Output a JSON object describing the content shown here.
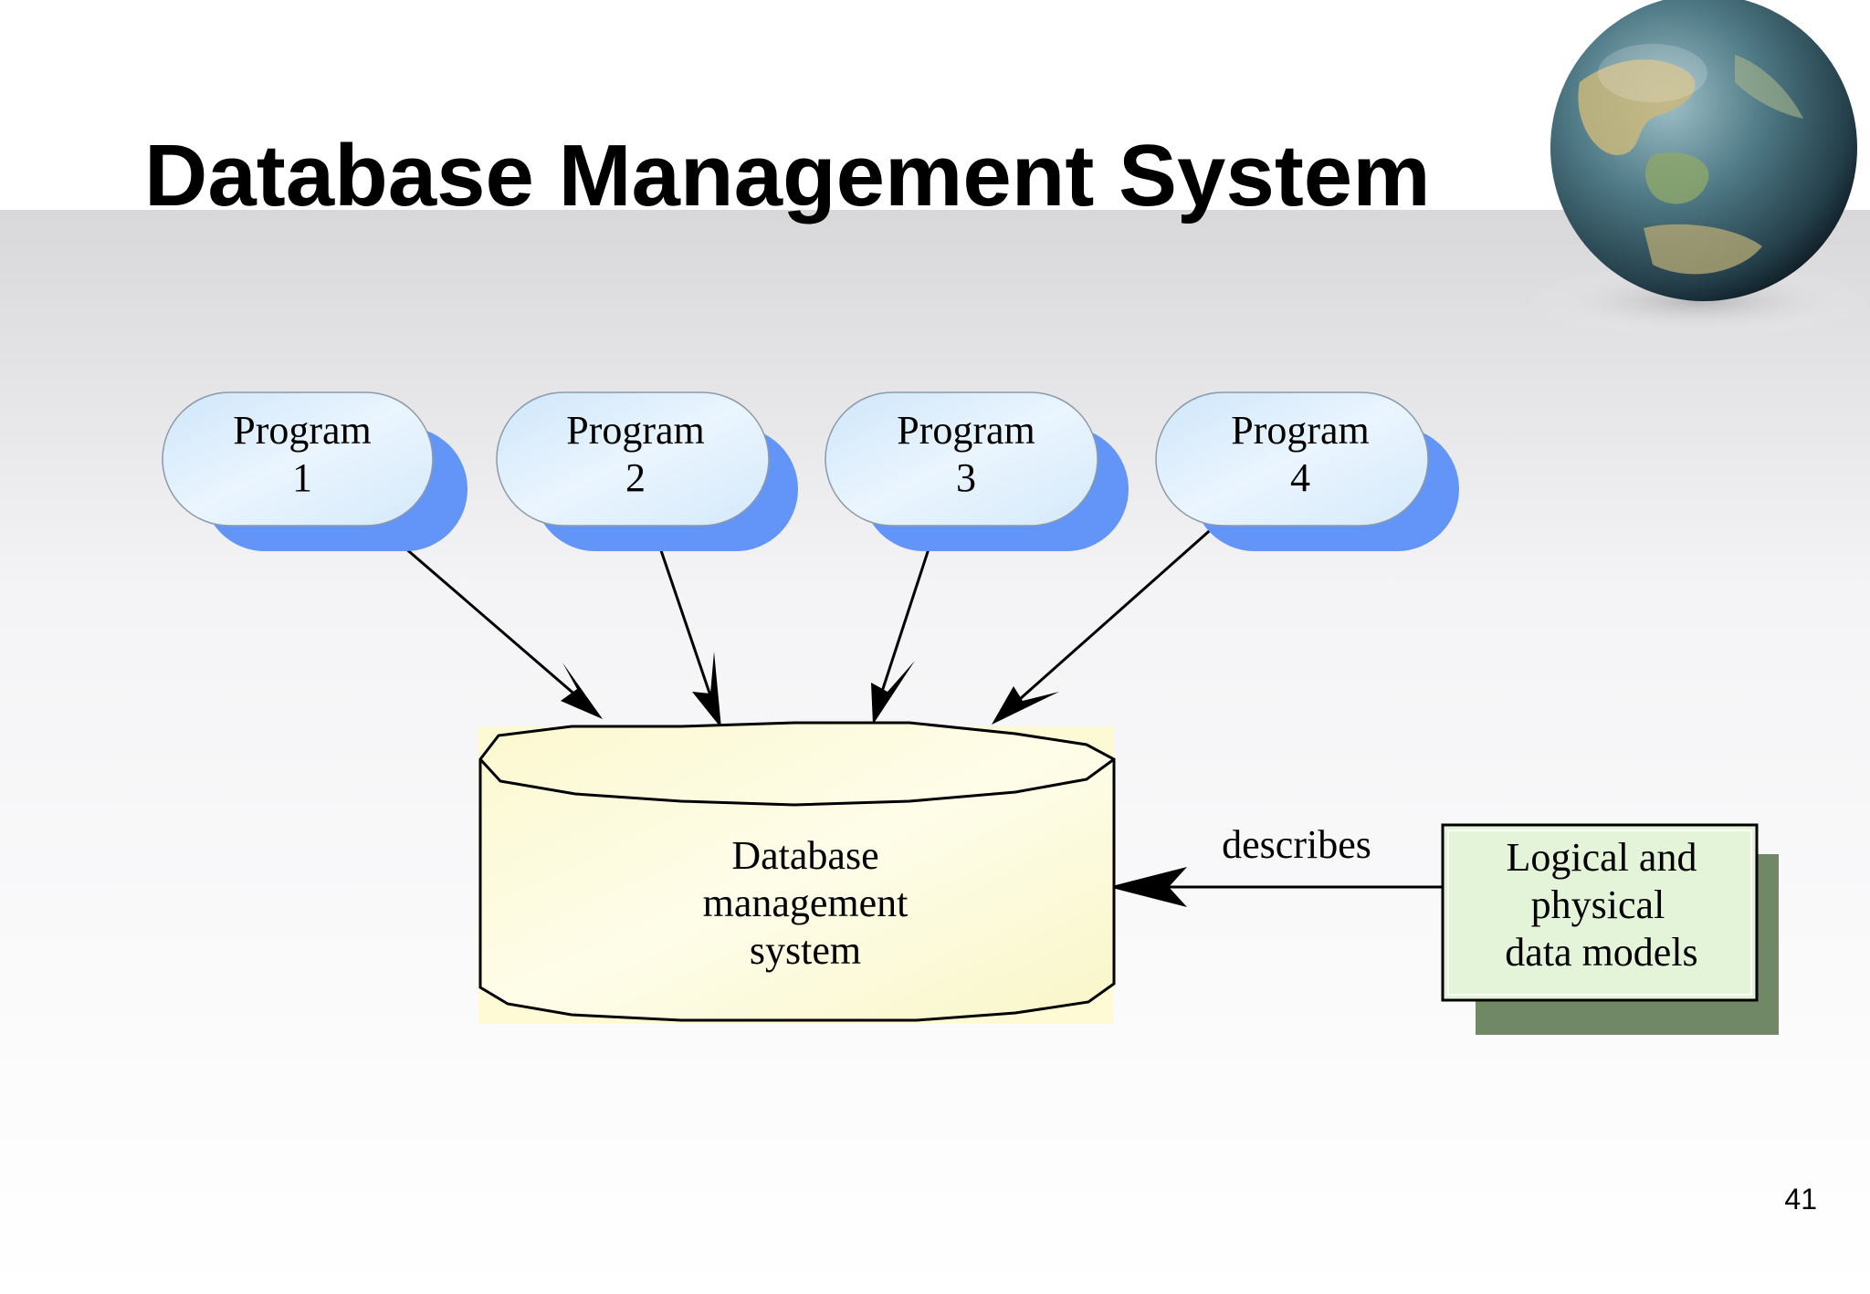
{
  "slide": {
    "title": "Database Management System",
    "page_number": "41"
  },
  "diagram": {
    "programs": [
      {
        "line1": "Program",
        "line2": "1"
      },
      {
        "line1": "Program",
        "line2": "2"
      },
      {
        "line1": "Program",
        "line2": "3"
      },
      {
        "line1": "Program",
        "line2": "4"
      }
    ],
    "dbms": {
      "line1": "Database",
      "line2": "management",
      "line3": "system"
    },
    "models": {
      "line1": "Logical and",
      "line2": "physical",
      "line3": "data models"
    },
    "edge_label": "describes"
  },
  "colors": {
    "program_fill": "#e3f2fd",
    "program_shadow": "#6295f7",
    "dbms_fill": "#fdfbd3",
    "models_fill": "#e4f4d9",
    "models_shadow": "#718866"
  },
  "icons": {
    "decoration": "globe-icon"
  }
}
